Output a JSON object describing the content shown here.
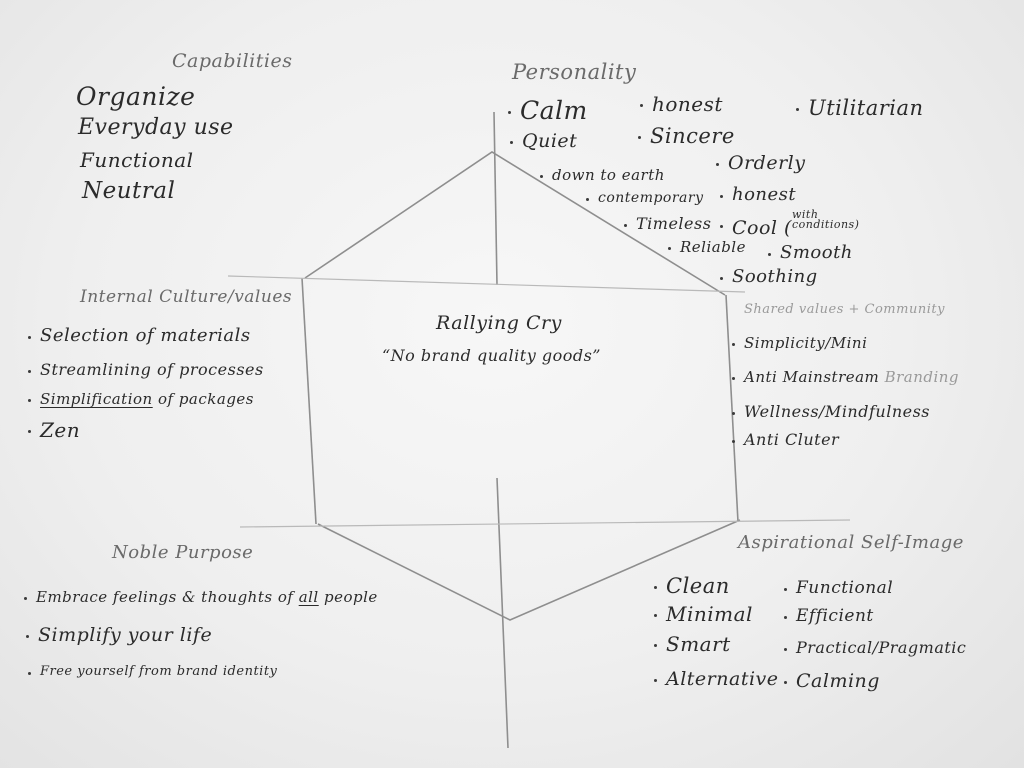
{
  "capabilities": {
    "title": "Capabilities",
    "items": [
      "Organize",
      "Everyday use",
      "Functional",
      "Neutral"
    ]
  },
  "personality": {
    "title": "Personality",
    "items": [
      "Calm",
      "honest",
      "Utilitarian",
      "Quiet",
      "Sincere",
      "Orderly",
      "down to earth",
      "honest",
      "contemporary",
      "Timeless",
      "Cool",
      "Reliable",
      "Smooth",
      "Soothing"
    ],
    "cool_note_line1": "with",
    "cool_note_line2": "conditions)",
    "cool_note_open": "("
  },
  "internal_culture": {
    "title": "Internal Culture/values",
    "items": [
      "Selection of materials",
      "Streamlining of processes",
      "of packages",
      "Zen"
    ],
    "underlined_word": "Simplification"
  },
  "rallying_cry": {
    "title": "Rallying Cry",
    "quote": "“No brand quality goods”"
  },
  "shared_values": {
    "title": "Shared values + Community",
    "items": [
      "Simplicity/Mini",
      "Anti Mainstream",
      "Wellness/Mindfulness",
      "Anti Cluter"
    ],
    "faint_suffix": "Branding"
  },
  "noble_purpose": {
    "title": "Noble Purpose",
    "item1_before": "Embrace feelings & thoughts of",
    "item1_underlined": "all",
    "item1_after": "people",
    "item2": "Simplify your life",
    "item3": "Free yourself from brand identity"
  },
  "aspirational": {
    "title": "Aspirational Self-Image",
    "left_items": [
      "Clean",
      "Minimal",
      "Smart",
      "Alternative"
    ],
    "right_items": [
      "Functional",
      "Efficient",
      "Practical/Pragmatic",
      "Calming"
    ]
  },
  "colors": {
    "board": "#efefef",
    "marker": "#2b2b2b",
    "lines": "#8e8e8e"
  }
}
